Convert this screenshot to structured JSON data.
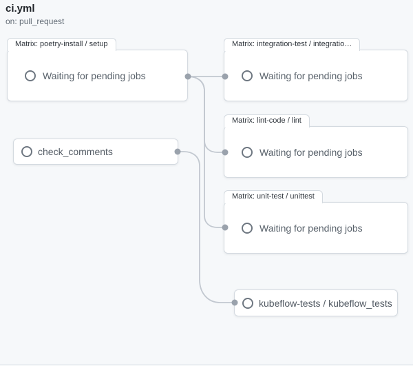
{
  "header": {
    "title": "ci.yml",
    "trigger": "on: pull_request"
  },
  "workflow": {
    "nodes": [
      {
        "id": "poetry-install",
        "tab_label": "Matrix: poetry-install / setup",
        "status_text": "Waiting for pending jobs",
        "status": "waiting"
      },
      {
        "id": "integration-test",
        "tab_label": "Matrix: integration-test / integratio…",
        "status_text": "Waiting for pending jobs",
        "status": "waiting"
      },
      {
        "id": "lint-code",
        "tab_label": "Matrix: lint-code / lint",
        "status_text": "Waiting for pending jobs",
        "status": "waiting"
      },
      {
        "id": "unit-test",
        "tab_label": "Matrix: unit-test / unittest",
        "status_text": "Waiting for pending jobs",
        "status": "waiting"
      },
      {
        "id": "check_comments",
        "label": "check_comments",
        "status": "waiting"
      },
      {
        "id": "kubeflow-tests",
        "label": "kubeflow-tests / kubeflow_tests",
        "status": "waiting"
      }
    ],
    "edges": [
      {
        "from": "poetry-install",
        "to": "integration-test"
      },
      {
        "from": "poetry-install",
        "to": "lint-code"
      },
      {
        "from": "poetry-install",
        "to": "unit-test"
      },
      {
        "from": "check_comments",
        "to": "kubeflow-tests"
      }
    ]
  },
  "colors": {
    "page_background": "#f6f8fa",
    "node_background": "#ffffff",
    "node_border": "#d4dae0",
    "edge_line": "#c2c8d0",
    "connector_dot": "#9aa2ac",
    "status_icon": "#6e7781",
    "status_text": "#59626b",
    "tab_text": "#30363d",
    "title_text": "#1f2328",
    "subtitle_text": "#636c76"
  }
}
